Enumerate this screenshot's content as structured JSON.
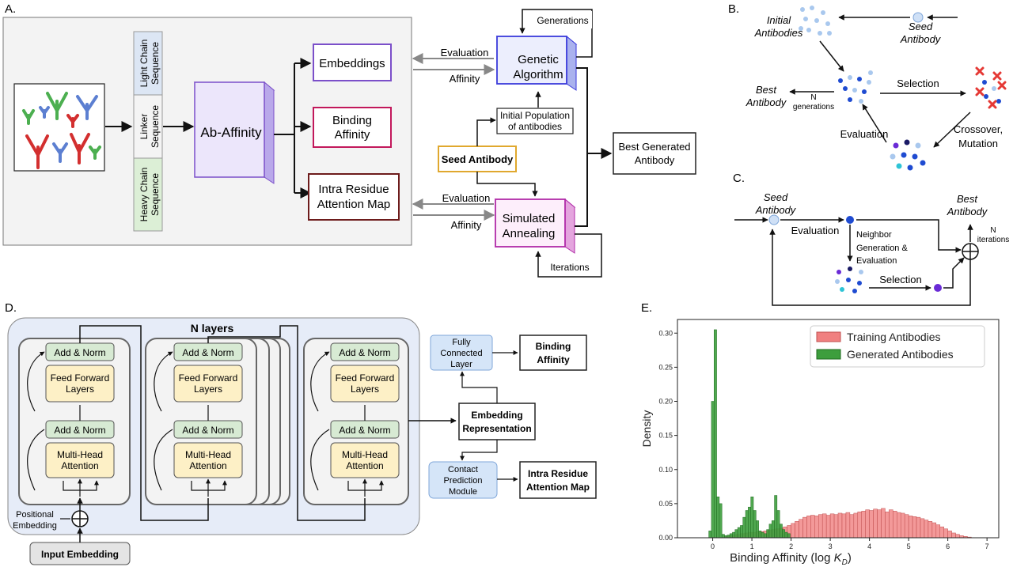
{
  "colors": {
    "panel_a_bg": "#f3f3f3",
    "purple": "#7b4fc9",
    "pink": "#c2185b",
    "darkred": "#6d1b1b",
    "blue_box": "#3a3adb",
    "gold": "#e0a82e",
    "transformer_bg": "#e6ecf8",
    "norm_green": "#d7ead3",
    "ff_yellow": "#fdf0c6",
    "head_blue": "#d5e5f8",
    "training_red": "#f08080",
    "generated_green": "#3d9e3d",
    "dot_light": "#a9c8ee",
    "dot_dark": "#1f4bd1",
    "dot_purple": "#6a2bd6",
    "cross_red": "#e53935"
  },
  "panel_a": {
    "label": "A.",
    "seq_light": "Light Chain Sequence",
    "seq_linker": "Linker Sequence",
    "seq_heavy": "Heavy Chain Sequence",
    "model": "Ab-Affinity",
    "out_embeddings": "Embeddings",
    "out_binding_1": "Binding",
    "out_binding_2": "Affinity",
    "out_attention_1": "Intra Residue",
    "out_attention_2": "Attention Map",
    "evaluation_top": "Evaluation",
    "affinity_top": "Affinity",
    "evaluation_bottom": "Evaluation",
    "affinity_bottom": "Affinity",
    "ga_1": "Genetic",
    "ga_2": "Algorithm",
    "generations": "Generations",
    "init_pop_1": "Initial Population",
    "init_pop_2": "of antibodies",
    "seed_antibody": "Seed Antibody",
    "sa_1": "Simulated",
    "sa_2": "Annealing",
    "iterations": "Iterations",
    "best_1": "Best Generated",
    "best_2": "Antibody"
  },
  "panel_b": {
    "label": "B.",
    "initial_1": "Initial",
    "initial_2": "Antibodies",
    "seed_1": "Seed",
    "seed_2": "Antibody",
    "best_1": "Best",
    "best_2": "Antibody",
    "n_1": "N",
    "n_2": "generations",
    "selection": "Selection",
    "evaluation": "Evaluation",
    "crossover_1": "Crossover,",
    "crossover_2": "Mutation"
  },
  "panel_c": {
    "label": "C.",
    "seed_1": "Seed",
    "seed_2": "Antibody",
    "evaluation": "Evaluation",
    "neighbor_1": "Neighbor",
    "neighbor_2": "Generation &",
    "neighbor_3": "Evaluation",
    "selection": "Selection",
    "best_1": "Best",
    "best_2": "Antibody",
    "n_1": "N",
    "n_2": "iterations"
  },
  "panel_d": {
    "label": "D.",
    "n_layers": "N layers",
    "add_norm": "Add & Norm",
    "ff_1": "Feed Forward",
    "ff_2": "Layers",
    "mha_1": "Multi-Head",
    "mha_2": "Attention",
    "pos_1": "Positional",
    "pos_2": "Embedding",
    "input_embedding": "Input Embedding",
    "fc_1": "Fully",
    "fc_2": "Connected",
    "fc_3": "Layer",
    "binding_1": "Binding",
    "binding_2": "Affinity",
    "emb_1": "Embedding",
    "emb_2": "Representation",
    "cp_1": "Contact",
    "cp_2": "Prediction",
    "cp_3": "Module",
    "intra_1": "Intra Residue",
    "intra_2": "Attention Map"
  },
  "panel_e": {
    "label": "E."
  },
  "chart_data": {
    "type": "histogram",
    "xlabel": "Binding Affinity (log K_D)",
    "ylabel": "Density",
    "xlim": [
      -0.9,
      7.3
    ],
    "ylim": [
      0,
      0.32
    ],
    "xticks": [
      0,
      1,
      2,
      3,
      4,
      5,
      6,
      7
    ],
    "yticks": [
      0.0,
      0.05,
      0.1,
      0.15,
      0.2,
      0.25,
      0.3
    ],
    "ytick_labels": [
      "0.00",
      "0.05",
      "0.10",
      "0.15",
      "0.20",
      "0.25",
      "0.30"
    ],
    "legend_position": "top-right",
    "grid": false,
    "series": [
      {
        "name": "Training Antibodies",
        "color": "#f08080",
        "bin_start": 0.3,
        "bin_width": 0.1,
        "values": [
          0.002,
          0.003,
          0.004,
          0.005,
          0.006,
          0.007,
          0.008,
          0.008,
          0.009,
          0.009,
          0.01,
          0.011,
          0.012,
          0.013,
          0.014,
          0.016,
          0.018,
          0.021,
          0.024,
          0.027,
          0.03,
          0.032,
          0.033,
          0.032,
          0.034,
          0.035,
          0.033,
          0.035,
          0.034,
          0.036,
          0.035,
          0.037,
          0.034,
          0.036,
          0.038,
          0.039,
          0.041,
          0.04,
          0.042,
          0.041,
          0.043,
          0.038,
          0.041,
          0.039,
          0.037,
          0.036,
          0.034,
          0.032,
          0.031,
          0.03,
          0.028,
          0.026,
          0.024,
          0.022,
          0.019,
          0.016,
          0.013,
          0.01,
          0.007,
          0.005,
          0.003,
          0.002,
          0.001
        ]
      },
      {
        "name": "Generated Antibodies",
        "color": "#3d9e3d",
        "bin_start": -0.1,
        "bin_width": 0.067,
        "values": [
          0.01,
          0.2,
          0.305,
          0.06,
          0.05,
          0.005,
          0.003,
          0.004,
          0.006,
          0.008,
          0.012,
          0.015,
          0.018,
          0.03,
          0.04,
          0.045,
          0.06,
          0.04,
          0.025,
          0.01,
          0.008,
          0.006,
          0.012,
          0.02,
          0.025,
          0.062,
          0.04,
          0.02,
          0.012,
          0.008,
          0.006
        ]
      }
    ]
  }
}
